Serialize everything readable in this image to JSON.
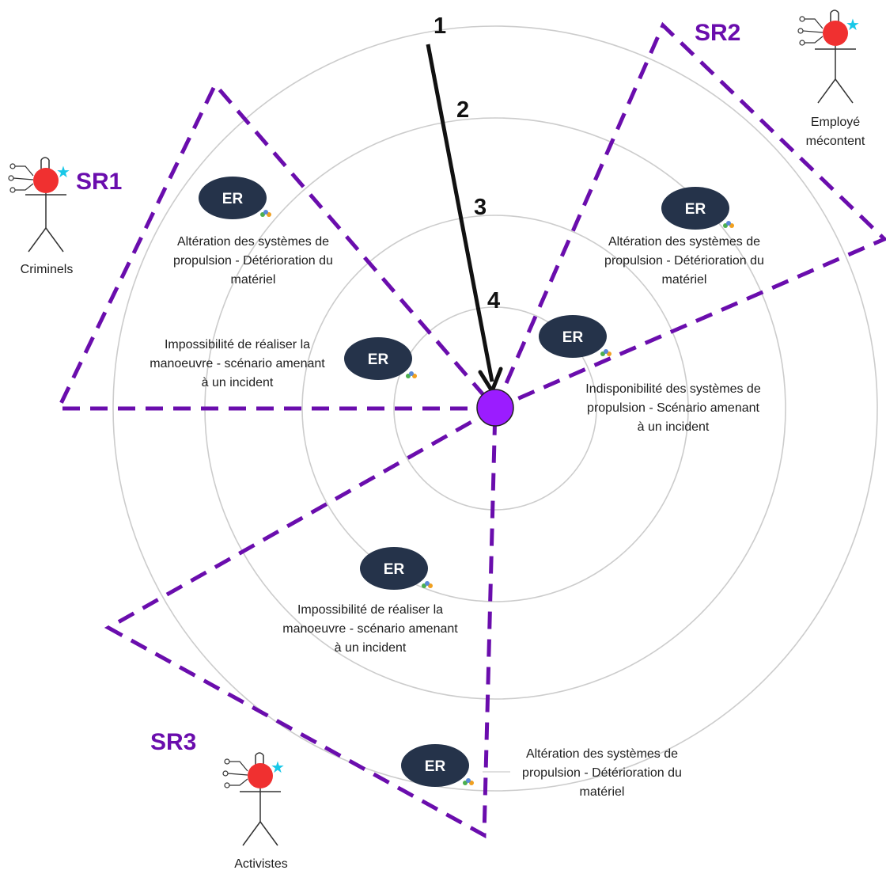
{
  "colors": {
    "accent": "#6a0dad",
    "ring": "#cccccc",
    "center": "#9b1cff",
    "er_fill": "#25334a",
    "actor_head": "#f03030",
    "star": "#18c8e8"
  },
  "rings": {
    "labels": [
      "1",
      "2",
      "3",
      "4"
    ]
  },
  "risk_sources": [
    {
      "code": "SR1",
      "actor": "Criminels"
    },
    {
      "code": "SR2",
      "actor": "Employé\nmécontent"
    },
    {
      "code": "SR3",
      "actor": "Activistes"
    }
  ],
  "events": [
    {
      "badge": "ER",
      "text": "Altération des systèmes de\npropulsion - Détérioration du\nmatériel"
    },
    {
      "badge": "ER",
      "text": "Impossibilité de réaliser la\nmanoeuvre - scénario amenant\nà un incident"
    },
    {
      "badge": "ER",
      "text": "Altération des systèmes de\npropulsion - Détérioration du\nmatériel"
    },
    {
      "badge": "ER",
      "text": "Indisponibilité des systèmes de\npropulsion - Scénario amenant\nà un incident"
    },
    {
      "badge": "ER",
      "text": "Impossibilité de réaliser la\nmanoeuvre - scénario amenant\nà un incident"
    },
    {
      "badge": "ER",
      "text": "Altération des systèmes de\npropulsion - Détérioration du\nmatériel"
    }
  ]
}
